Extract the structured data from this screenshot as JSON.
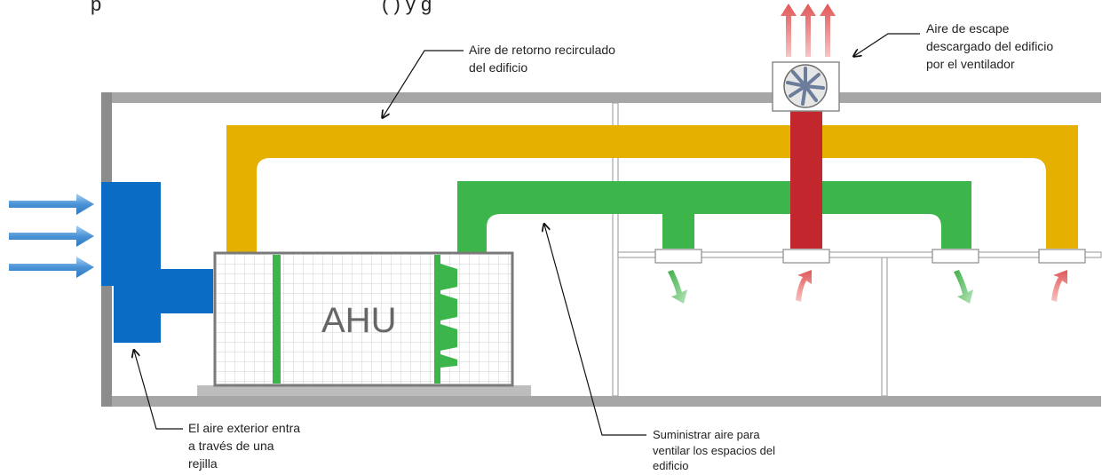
{
  "top_text": "p",
  "top_text_right": "(                ) y                    g",
  "ahu_label": "AHU",
  "annotations": {
    "return_air": [
      "Aire de retorno recirculado",
      "del edificio"
    ],
    "exhaust_air": [
      "Aire de escape",
      "descargado del edificio",
      "por el ventilador"
    ],
    "outside_air": [
      "El aire exterior entra",
      "a través de una",
      "rejilla"
    ],
    "supply_air": [
      "Suministrar aire para",
      "ventilar los espacios del",
      "edificio"
    ]
  },
  "colors": {
    "outside_air_duct": "#0a6cc4",
    "return_air_duct": "#e6b000",
    "supply_air_duct": "#3cb54a",
    "exhaust_air_duct": "#c1272d",
    "building_structure": "#a6a6a6",
    "outside_air_arrow": "#5aa0dc",
    "supply_arrow": "#5ec46a",
    "exhaust_arrow": "#d9534f"
  },
  "icons": [
    "outside-air-arrow-icon",
    "exhaust-fan-icon",
    "exhaust-arrow-icon",
    "supply-diffuser-arrow-icon",
    "return-arrow-icon"
  ]
}
